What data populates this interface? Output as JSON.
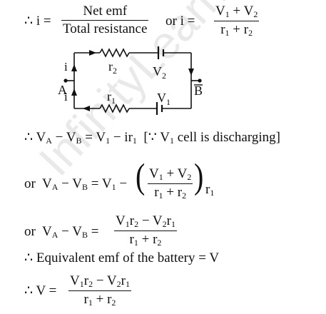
{
  "watermark": "InfinityLearn.com",
  "line1": {
    "therefore_i": "∴ i =",
    "num": "Net emf",
    "den": "Total resistance",
    "or_i": "or  i =",
    "num2": "V1 + V2",
    "den2": "r1 + r2"
  },
  "circuit": {
    "i_top": "i",
    "i_bottom": "i",
    "r2": "r2",
    "V2": "V2",
    "r1": "r1",
    "V1": "V1",
    "A": "A",
    "B": "B"
  },
  "line2": {
    "text": "∴ VA − VB = V1 − ir1  [∵ V1 cell is discharging]"
  },
  "line3": {
    "lead": "or  VA − VB = V1 −",
    "num": "V1 + V2",
    "den": "r1 + r2",
    "tail": "r1"
  },
  "line4": {
    "lead": "or  VA − VB =",
    "num": "V1r2 − V2r1",
    "den": "r1 + r2"
  },
  "line5": {
    "text": "∴ Equivalent emf of the battery = V"
  },
  "line6": {
    "lead": "∴ V =",
    "num": "V1r2 − V2r1",
    "den": "r1 + r2"
  }
}
